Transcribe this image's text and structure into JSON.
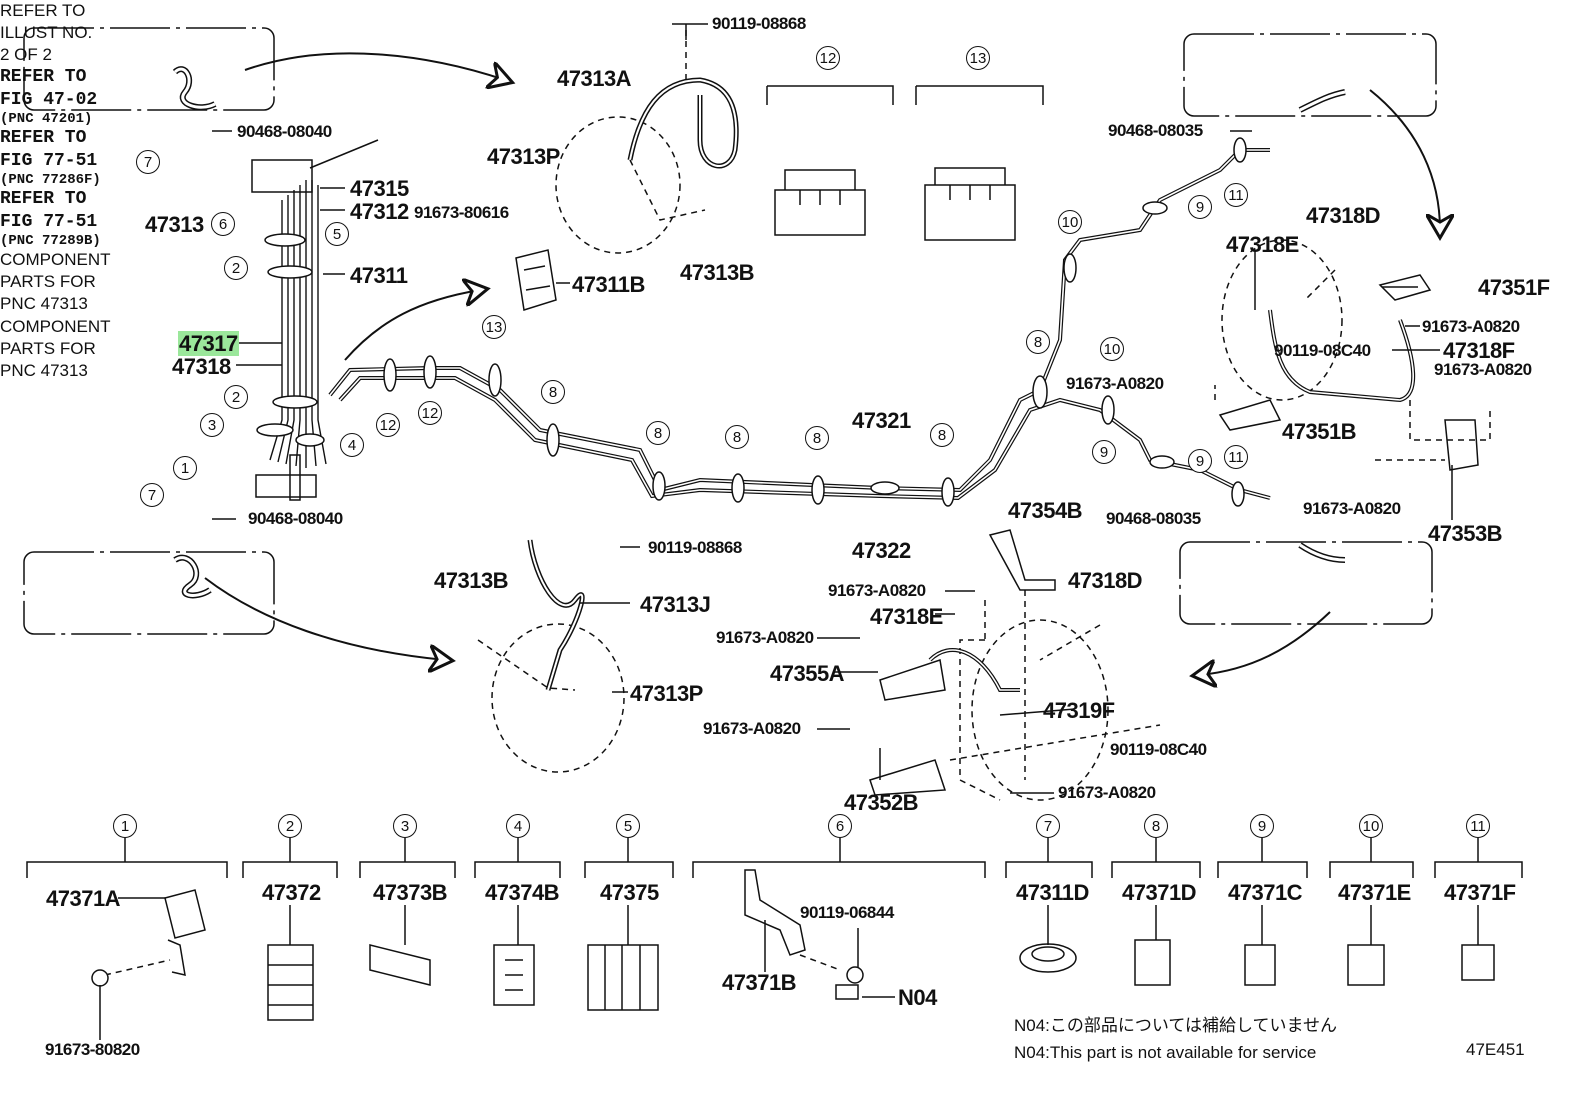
{
  "callouts": {
    "c1": "1",
    "c2": "2",
    "c3": "3",
    "c4": "4",
    "c5": "5",
    "c6": "6",
    "c7": "7",
    "c8": "8",
    "c9": "9",
    "c10": "10",
    "c11": "11",
    "c12": "12",
    "c13": "13"
  },
  "parts": {
    "p90119_08868": "90119-08868",
    "p47313A": "47313A",
    "p47313P": "47313P",
    "p47313B": "47313B",
    "p90468_08040": "90468-08040",
    "p47313": "47313",
    "p47315": "47315",
    "p47312": "47312",
    "p91673_80616": "91673-80616",
    "p47311": "47311",
    "p47311B": "47311B",
    "p47317": "47317",
    "p47318": "47318",
    "p47321": "47321",
    "p47322": "47322",
    "p90468_08035": "90468-08035",
    "p47318D": "47318D",
    "p47318E": "47318E",
    "p47351F": "47351F",
    "p91673_A0820": "91673-A0820",
    "p90119_08C40": "90119-08C40",
    "p47318F": "47318F",
    "p47351B": "47351B",
    "p47353B": "47353B",
    "p47354B": "47354B",
    "p47313J": "47313J",
    "p47355A": "47355A",
    "p47319F": "47319F",
    "p47352B": "47352B",
    "p47371A": "47371A",
    "p91673_80820": "91673-80820",
    "p47372": "47372",
    "p47373B": "47373B",
    "p47374B": "47374B",
    "p47375": "47375",
    "p90119_06844": "90119-06844",
    "p47371B": "47371B",
    "pN04": "N04",
    "p47311D": "47311D",
    "p47371D": "47371D",
    "p47371C": "47371C",
    "p47371E": "47371E",
    "p47371F": "47371F"
  },
  "refs": {
    "illust": "REFER TO\nILLUST NO.\n2 OF 2",
    "fig4702": "REFER TO\nFIG 47-02",
    "fig4702_pnc": "(PNC 47201)",
    "fig7751a": "REFER TO\nFIG 77-51",
    "fig7751a_pnc": "(PNC 77286F)",
    "fig7751b": "REFER TO\nFIG 77-51",
    "fig7751b_pnc": "(PNC 77289B)",
    "component1": "COMPONENT\nPARTS FOR\nPNC 47313",
    "component2": "COMPONENT\nPARTS FOR\nPNC 47313"
  },
  "notes": {
    "jp": "N04:この部品については補給していません",
    "en": "N04:This part is not available for service",
    "code": "47E451"
  }
}
